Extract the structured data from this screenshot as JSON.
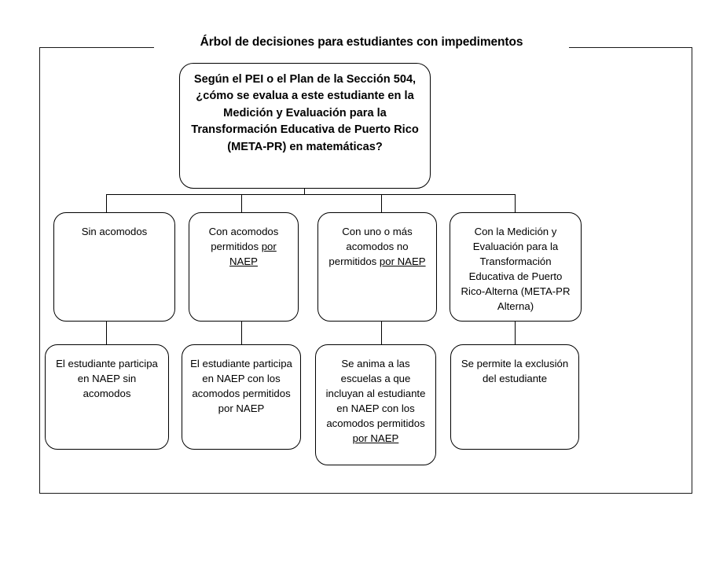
{
  "diagram": {
    "title": "Árbol de decisiones para estudiantes con impedimentos",
    "type": "decision-tree",
    "language": "es",
    "colors": {
      "border": "#000000",
      "background": "#ffffff",
      "text": "#000000"
    },
    "root": {
      "id": "root-question",
      "text": "Según el PEI o el Plan de la Sección 504, ¿cómo se evalua a este estudiante en la Medición y Evaluación para la Transformación Educativa de Puerto Rico (META-PR) en matemáticas?"
    },
    "branches": [
      {
        "id": "branch-sin-acomodos",
        "text": "Sin acomodos",
        "underlined_tail": ""
      },
      {
        "id": "branch-con-acomodos-permitidos",
        "text": "Con acomodos permitidos ",
        "underlined_tail": "por NAEP"
      },
      {
        "id": "branch-acomodos-no-permitidos",
        "text": "Con uno o más acomodos no permitidos ",
        "underlined_tail": "por NAEP"
      },
      {
        "id": "branch-meta-pr-alterna",
        "text": "Con la Medición y Evaluación para la Transformación Educativa de Puerto Rico-Alterna (META-PR Alterna)",
        "underlined_tail": ""
      }
    ],
    "outcomes": [
      {
        "id": "outcome-participa-sin-acomodos",
        "text": "El estudiante participa en NAEP sin acomodos",
        "underlined_tail": ""
      },
      {
        "id": "outcome-participa-con-acomodos",
        "text": "El estudiante participa en NAEP con los acomodos permitidos por NAEP",
        "underlined_tail": ""
      },
      {
        "id": "outcome-se-anima-escuelas",
        "text": "Se anima a las escuelas a que incluyan al estudiante en NAEP con los acomodos permitidos ",
        "underlined_tail": "por NAEP"
      },
      {
        "id": "outcome-exclusion",
        "text": "Se permite la exclusión del estudiante",
        "underlined_tail": ""
      }
    ]
  }
}
